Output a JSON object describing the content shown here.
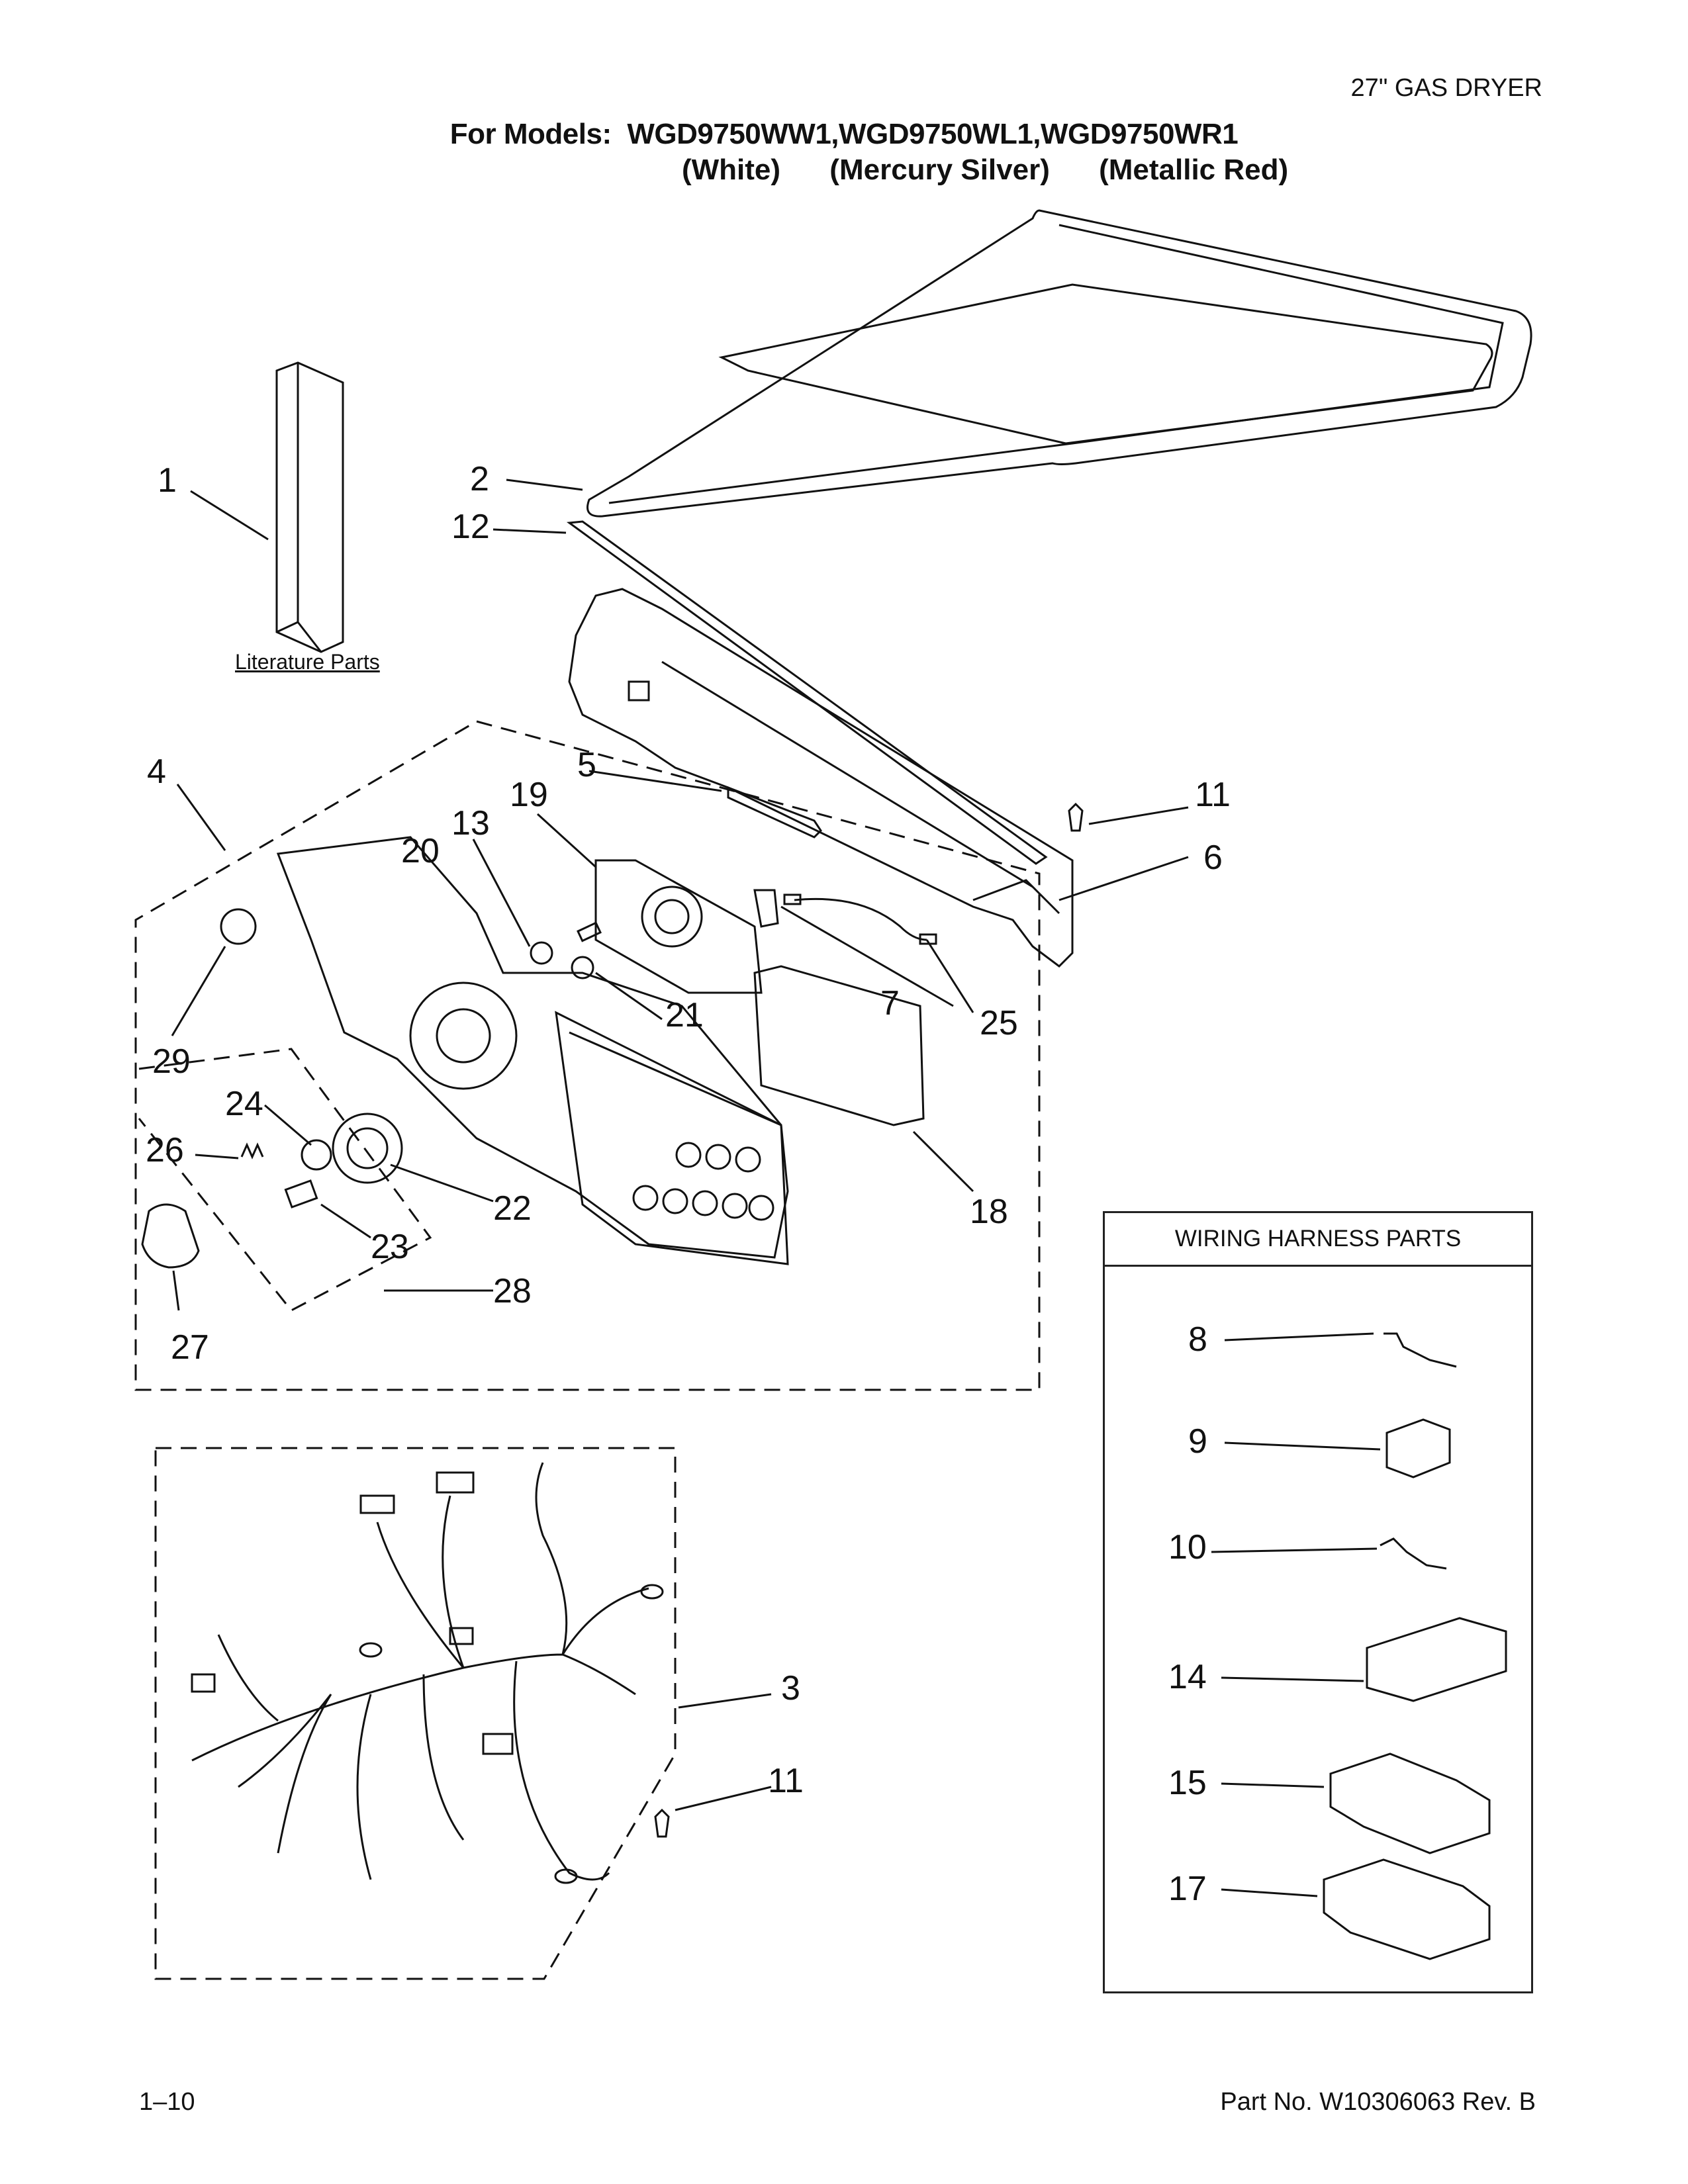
{
  "header": {
    "product": "27\" GAS DRYER",
    "models_label": "For Models:",
    "models": "WGD9750WW1,WGD9750WL1,WGD9750WR1",
    "colors": [
      "(White)",
      "(Mercury Silver)",
      "(Metallic Red)"
    ]
  },
  "literature_label": "Literature Parts",
  "wiring_box": {
    "title": "WIRING HARNESS PARTS"
  },
  "callouts": {
    "c1": "1",
    "c2": "2",
    "c12": "12",
    "c4": "4",
    "c5": "5",
    "c19": "19",
    "c13": "13",
    "c20": "20",
    "c11a": "11",
    "c6": "6",
    "c7": "7",
    "c25": "25",
    "c21": "21",
    "c29": "29",
    "c24": "24",
    "c26": "26",
    "c22": "22",
    "c23": "23",
    "c18": "18",
    "c28": "28",
    "c27": "27",
    "c3": "3",
    "c11b": "11",
    "c8": "8",
    "c9": "9",
    "c10": "10",
    "c14": "14",
    "c15": "15",
    "c17": "17"
  },
  "footer": {
    "page": "1–10",
    "part_no": "Part No. W10306063 Rev. B"
  }
}
